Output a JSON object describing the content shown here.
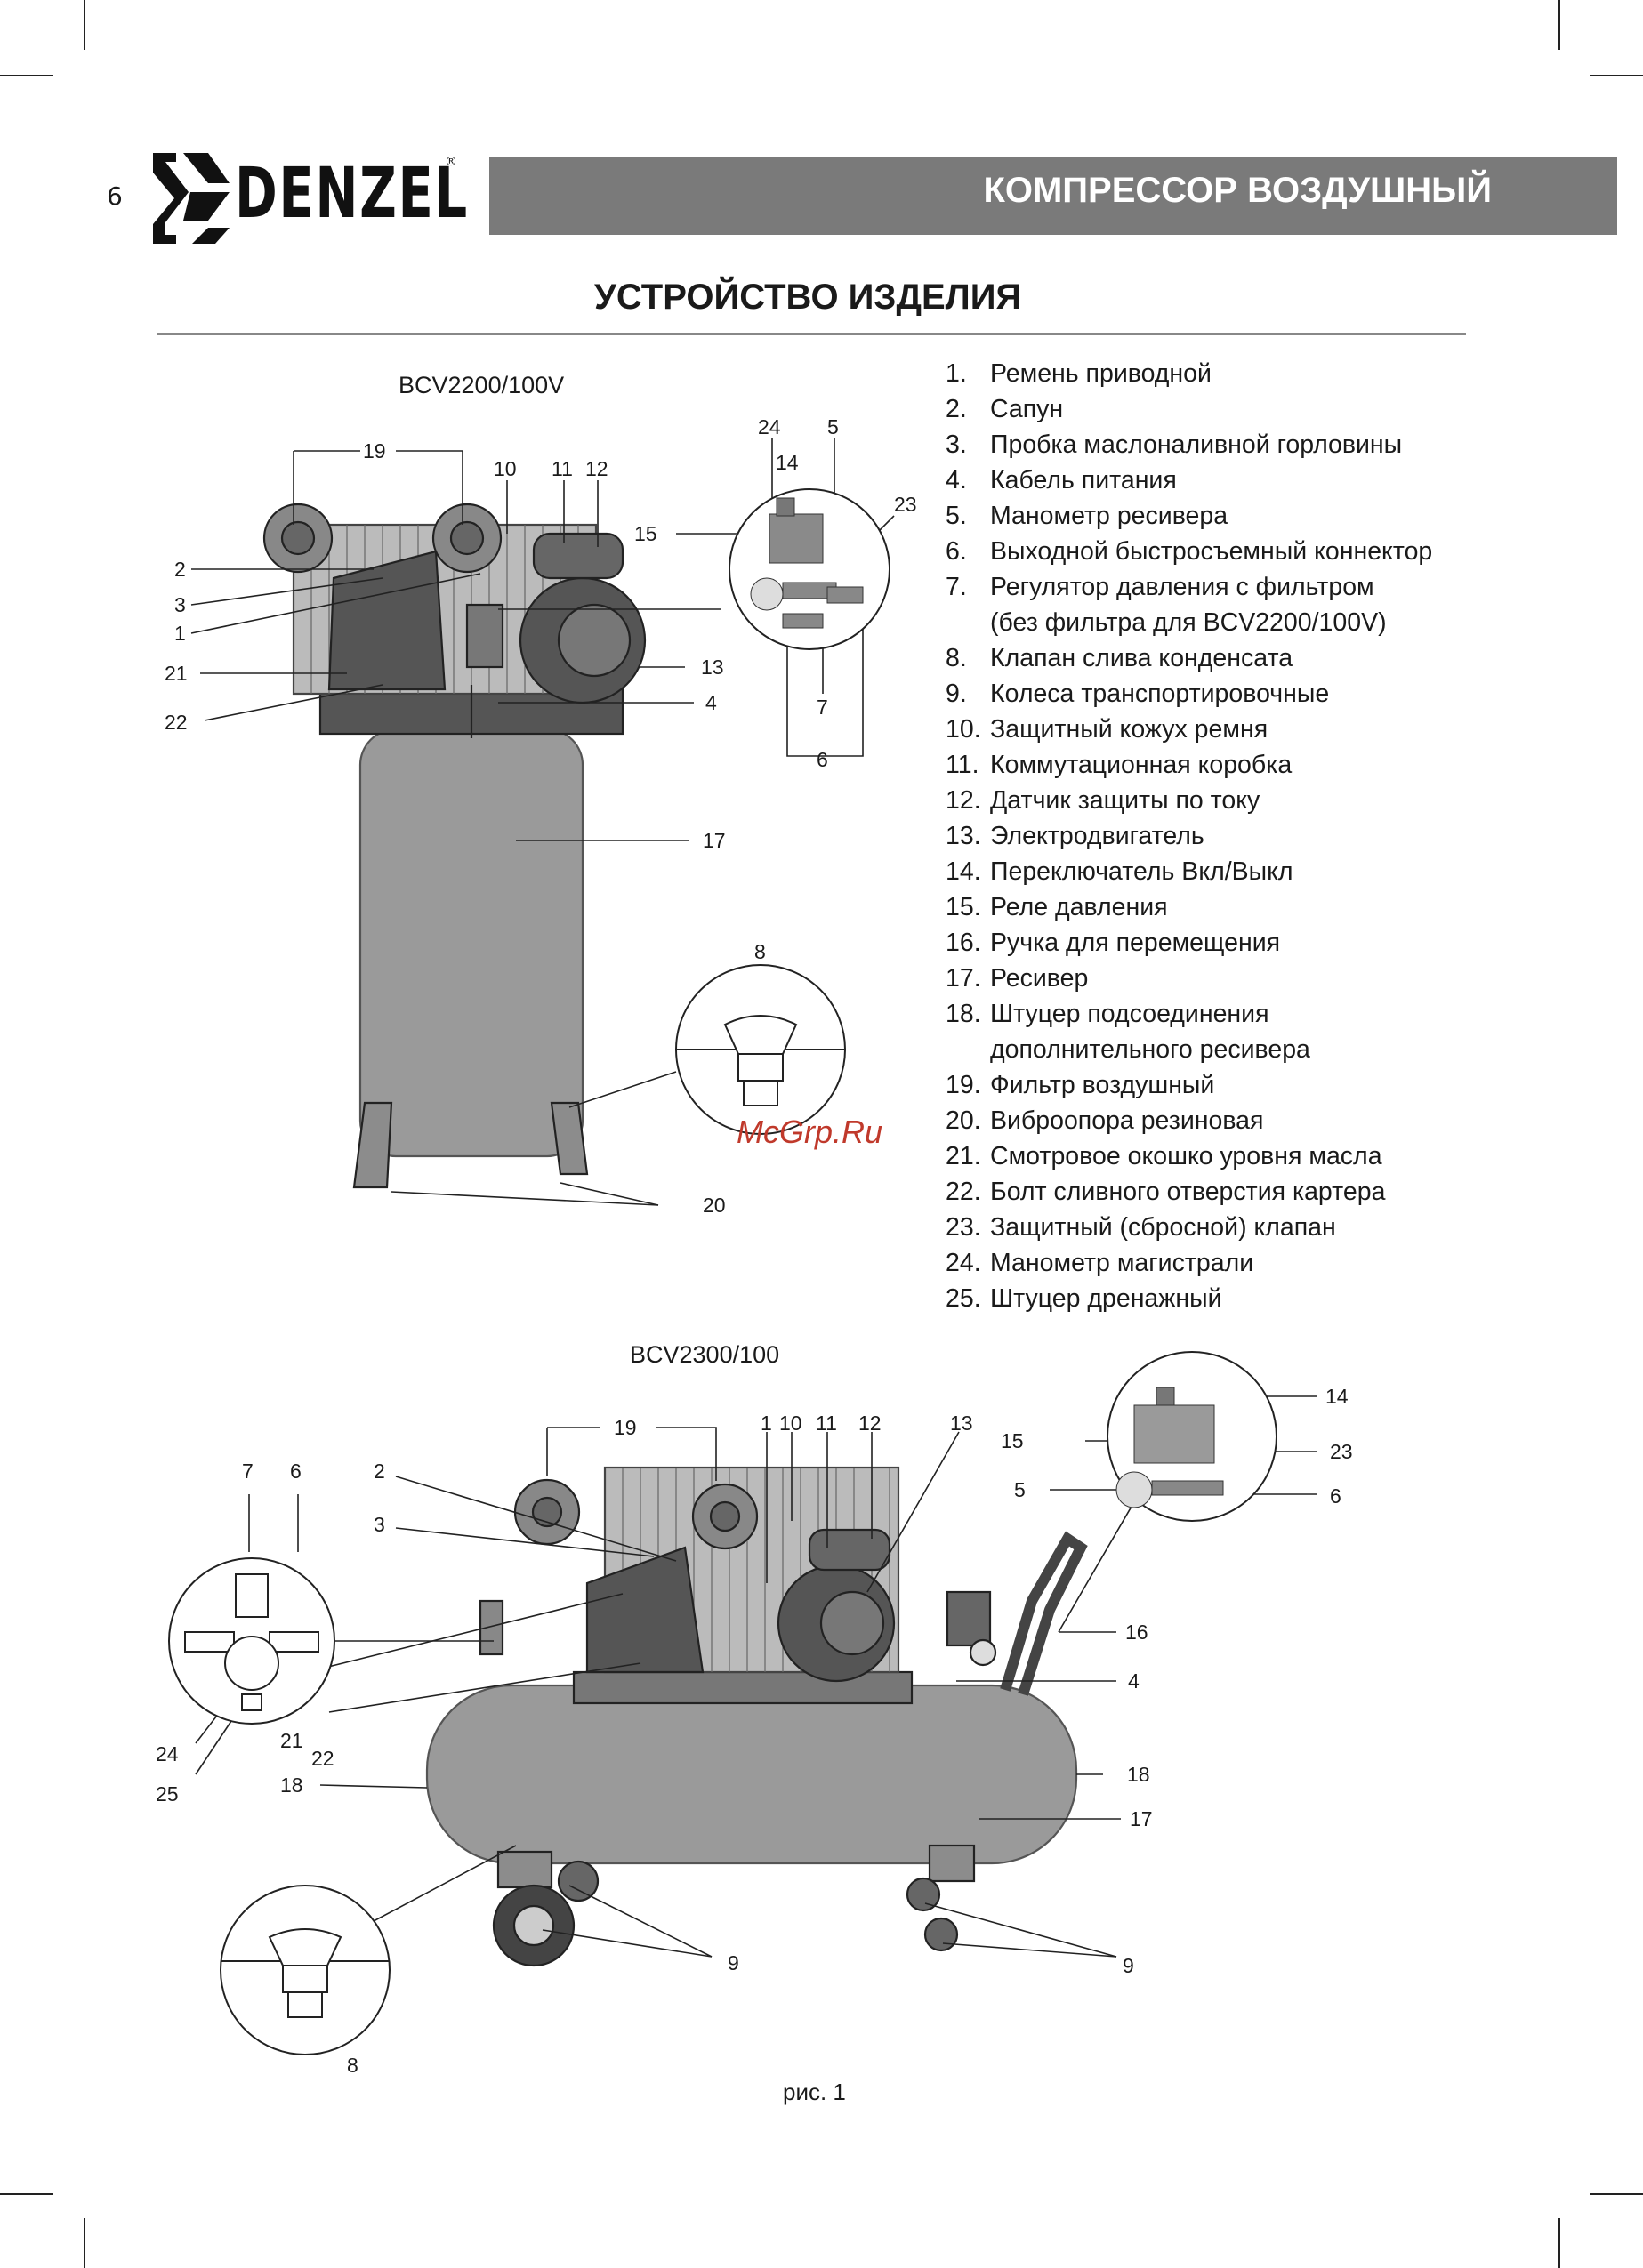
{
  "page_number": "6",
  "brand": "DENZEL",
  "brand_mark": "®",
  "header_title": "КОМПРЕССОР ВОЗДУШНЫЙ",
  "section_title": "УСТРОЙСТВО ИЗДЕЛИЯ",
  "model_vertical": "BCV2200/100V",
  "model_horizontal": "BCV2300/100",
  "parts": [
    {
      "num": "1.",
      "text": "Ремень приводной"
    },
    {
      "num": "2.",
      "text": "Сапун"
    },
    {
      "num": "3.",
      "text": "Пробка маслоналивной горловины"
    },
    {
      "num": "4.",
      "text": "Кабель питания"
    },
    {
      "num": "5.",
      "text": "Манометр ресивера"
    },
    {
      "num": "6.",
      "text": "Выходной быстросъемный коннектор"
    },
    {
      "num": "7.",
      "text": "Регулятор давления с фильтром",
      "cont": "(без фильтра для BCV2200/100V)"
    },
    {
      "num": "8.",
      "text": "Клапан слива конденсата"
    },
    {
      "num": "9.",
      "text": "Колеса транспортировочные"
    },
    {
      "num": "10.",
      "text": "Защитный кожух ремня"
    },
    {
      "num": "11.",
      "text": "Коммутационная коробка"
    },
    {
      "num": "12.",
      "text": "Датчик защиты по току"
    },
    {
      "num": "13.",
      "text": "Электродвигатель"
    },
    {
      "num": "14.",
      "text": "Переключатель Вкл/Выкл"
    },
    {
      "num": "15.",
      "text": "Реле давления"
    },
    {
      "num": "16.",
      "text": "Ручка для перемещения"
    },
    {
      "num": "17.",
      "text": "Ресивер"
    },
    {
      "num": "18.",
      "text": "Штуцер подсоединения",
      "cont": "дополнительного ресивера"
    },
    {
      "num": "19.",
      "text": "Фильтр воздушный"
    },
    {
      "num": "20.",
      "text": "Виброопора резиновая"
    },
    {
      "num": "21.",
      "text": "Смотровое окошко уровня масла"
    },
    {
      "num": "22.",
      "text": "Болт сливного отверстия картера"
    },
    {
      "num": "23.",
      "text": "Защитный (сбросной) клапан"
    },
    {
      "num": "24.",
      "text": "Манометр магистрали"
    },
    {
      "num": "25.",
      "text": "Штуцер дренажный"
    }
  ],
  "callouts_vertical": {
    "c19": "19",
    "c10": "10",
    "c11": "11",
    "c12": "12",
    "c2": "2",
    "c3": "3",
    "c1": "1",
    "c21": "21",
    "c22": "22",
    "c13": "13",
    "c4": "4",
    "c17": "17",
    "c20": "20",
    "c8": "8",
    "c24": "24",
    "c5": "5",
    "c14": "14",
    "c23": "23",
    "c15": "15",
    "c7": "7",
    "c6": "6"
  },
  "callouts_horizontal": {
    "c19": "19",
    "c1": "1",
    "c10": "10",
    "c11": "11",
    "c12": "12",
    "c13": "13",
    "c7": "7",
    "c6": "6",
    "c2": "2",
    "c3": "3",
    "c24": "24",
    "c25": "25",
    "c21": "21",
    "c22": "22",
    "c18l": "18",
    "c18r": "18",
    "c17": "17",
    "c16": "16",
    "c4": "4",
    "c14": "14",
    "c15": "15",
    "c23": "23",
    "c5": "5",
    "c6r": "6",
    "c9l": "9",
    "c9r": "9",
    "c8": "8"
  },
  "watermark": "McGrp.Ru",
  "figure_caption": "рис. 1"
}
